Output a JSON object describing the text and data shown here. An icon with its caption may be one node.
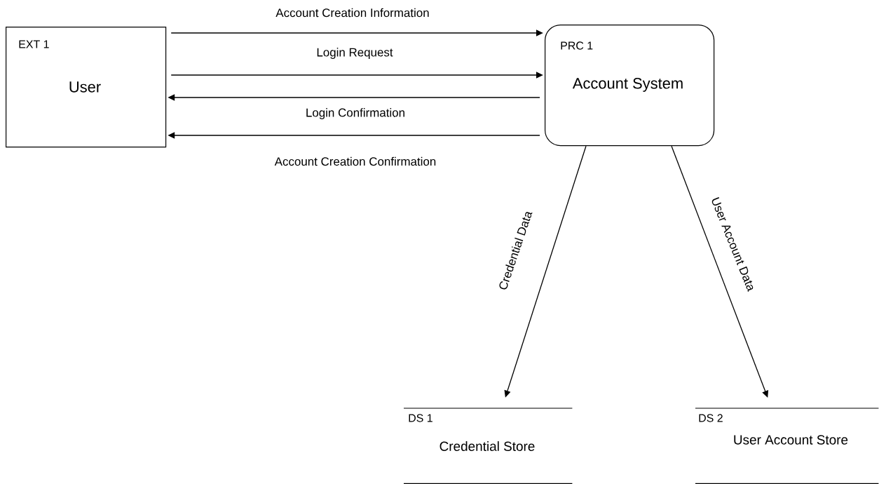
{
  "diagram": {
    "nodes": [
      {
        "text": [
          "EXT 1",
          "User"
        ]
      },
      {
        "text": [
          "PRC 1",
          "Account System"
        ]
      },
      {
        "text": [
          "DS 1",
          "Credential Store"
        ]
      },
      {
        "text": [
          "DS 2",
          "User Account Store"
        ]
      }
    ],
    "edges": [
      {
        "from": 0,
        "to": 1,
        "arrow": "to",
        "label": "Account Creation Information"
      },
      {
        "from": 0,
        "to": 1,
        "arrow": "to",
        "label": "Login Request"
      },
      {
        "from": 1,
        "to": 0,
        "arrow": "to",
        "label": "Login Confirmation"
      },
      {
        "from": 1,
        "to": 0,
        "arrow": "to",
        "label": "Account Creation Confirmation"
      },
      {
        "from": 1,
        "to": 2,
        "arrow": "to",
        "label": "Credential Data"
      },
      {
        "from": 1,
        "to": 3,
        "arrow": "to",
        "label": "User Account Data"
      }
    ]
  }
}
